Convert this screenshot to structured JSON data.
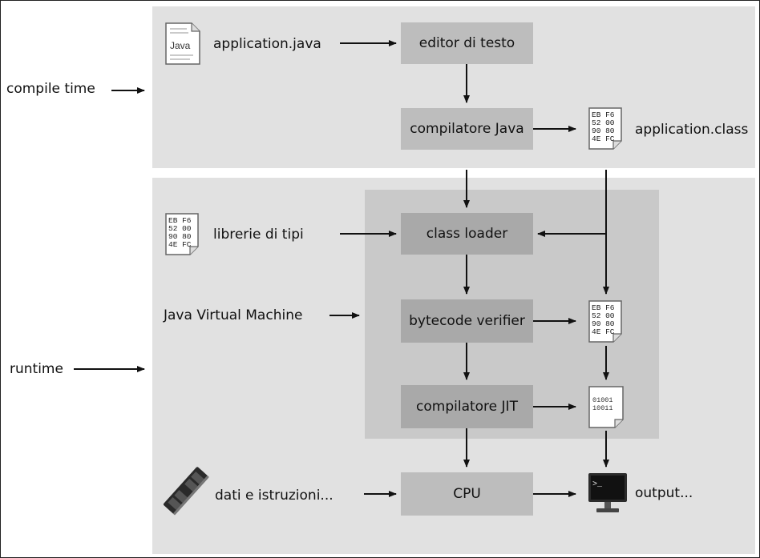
{
  "diagram": {
    "side_labels": {
      "compile_time": "compile time",
      "runtime": "runtime"
    },
    "boxes": {
      "editor": "editor di testo",
      "compiler": "compilatore Java",
      "class_loader": "class loader",
      "verifier": "bytecode verifier",
      "jit": "compilatore JIT",
      "cpu": "CPU"
    },
    "labels": {
      "source_file": "application.java",
      "class_file": "application.class",
      "libraries": "librerie di tipi",
      "jvm": "Java Virtual Machine",
      "data": "dati e istruzioni...",
      "output": "output..."
    },
    "icon_text": {
      "java": "Java",
      "hex_lines": [
        "EB F6",
        "52 00",
        "90 80",
        "4E FC"
      ],
      "bin_lines": [
        "01001",
        "10011"
      ],
      "prompt": ">_"
    },
    "colors": {
      "zone": "#e1e1e1",
      "jvm_zone": "#c9c9c9",
      "box_light": "#bdbdbd",
      "box_dark": "#a9a9a9"
    }
  }
}
